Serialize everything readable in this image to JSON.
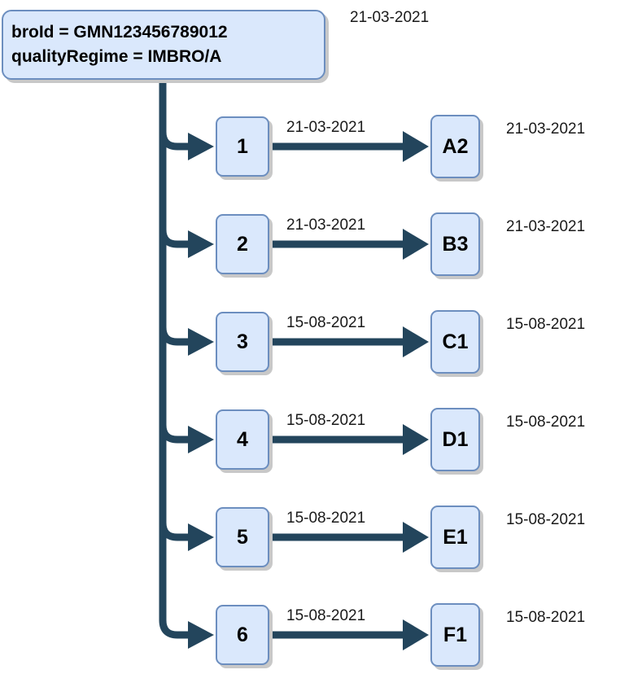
{
  "diagram": {
    "type": "tree-branch-flow",
    "title_box": {
      "line1": "broId = GMN123456789012",
      "line2": "qualityRegime = IMBRO/A",
      "date": "21-03-2021",
      "fill_color": "#dae8fc",
      "border_color": "#6c8ebf"
    },
    "connector_color": "#23455c",
    "rows": [
      {
        "left_node": "1",
        "edge_date": "21-03-2021",
        "right_node": "A2",
        "right_date": "21-03-2021"
      },
      {
        "left_node": "2",
        "edge_date": "21-03-2021",
        "right_node": "B3",
        "right_date": "21-03-2021"
      },
      {
        "left_node": "3",
        "edge_date": "15-08-2021",
        "right_node": "C1",
        "right_date": "15-08-2021"
      },
      {
        "left_node": "4",
        "edge_date": "15-08-2021",
        "right_node": "D1",
        "right_date": "15-08-2021"
      },
      {
        "left_node": "5",
        "edge_date": "15-08-2021",
        "right_node": "E1",
        "right_date": "15-08-2021"
      },
      {
        "left_node": "6",
        "edge_date": "15-08-2021",
        "right_node": "F1",
        "right_date": "15-08-2021"
      }
    ]
  }
}
